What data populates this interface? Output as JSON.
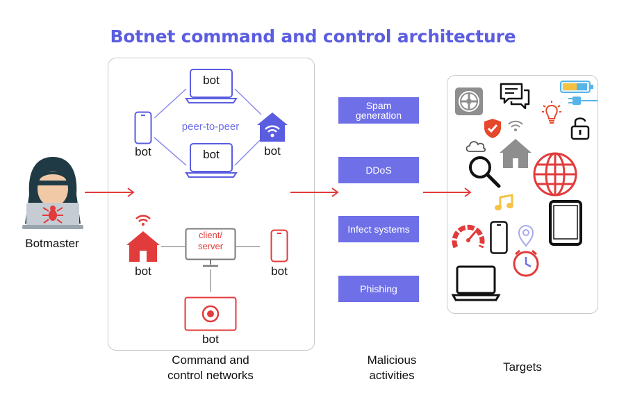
{
  "title": "Botnet command and control architecture",
  "botmaster_label": "Botmaster",
  "bot_label": "bot",
  "peer_to_peer_label": "peer-to-peer",
  "client_server_label": "client/\nserver",
  "activities": [
    "Spam\ngeneration",
    "DDoS",
    "Infect systems",
    "Phishing"
  ],
  "captions": {
    "cc": "Command and\ncontrol networks",
    "malicious": "Malicious\nactivities",
    "targets": "Targets"
  },
  "colors": {
    "purple": "#5b5de0",
    "red": "#e23b3b",
    "activity_box": "#6f70e8"
  },
  "target_icons": [
    "fan-icon",
    "chat-icon",
    "battery-icon",
    "plug-icon",
    "shield-check-icon",
    "wifi-icon",
    "bulb-icon",
    "padlock-icon",
    "cloud-icon",
    "house-icon",
    "magnifier-icon",
    "globe-icon",
    "music-note-icon",
    "gauge-icon",
    "smartphone-icon",
    "location-pin-icon",
    "clock-icon",
    "tablet-icon",
    "laptop-icon"
  ]
}
